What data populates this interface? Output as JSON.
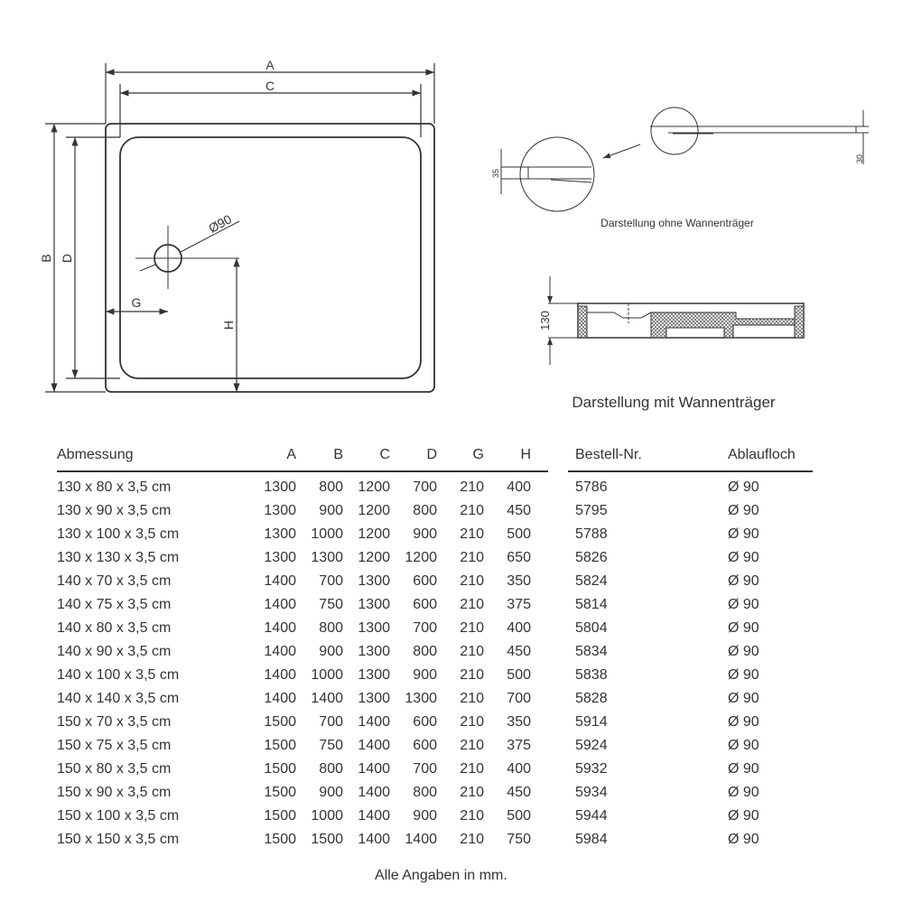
{
  "drawing": {
    "labels": {
      "A": "A",
      "B": "B",
      "C": "C",
      "D": "D",
      "G": "G",
      "H": "H",
      "drain": "Ø90",
      "d35": "35",
      "d30": "30",
      "d130": "130"
    },
    "caption_without": "Darstellung ohne Wannenträger",
    "caption_with": "Darstellung mit Wannenträger"
  },
  "table": {
    "headers": [
      "Abmessung",
      "A",
      "B",
      "C",
      "D",
      "G",
      "H"
    ],
    "order_headers": [
      "Bestell-Nr.",
      "Ablaufloch"
    ],
    "rows": [
      [
        "130 x 80 x 3,5 cm",
        "1300",
        "800",
        "1200",
        "700",
        "210",
        "400",
        "5786",
        "Ø 90"
      ],
      [
        "130 x 90 x 3,5 cm",
        "1300",
        "900",
        "1200",
        "800",
        "210",
        "450",
        "5795",
        "Ø 90"
      ],
      [
        "130 x 100 x 3,5 cm",
        "1300",
        "1000",
        "1200",
        "900",
        "210",
        "500",
        "5788",
        "Ø 90"
      ],
      [
        "130 x 130 x 3,5 cm",
        "1300",
        "1300",
        "1200",
        "1200",
        "210",
        "650",
        "5826",
        "Ø 90"
      ],
      [
        "140 x 70 x 3,5 cm",
        "1400",
        "700",
        "1300",
        "600",
        "210",
        "350",
        "5824",
        "Ø 90"
      ],
      [
        "140 x 75 x 3,5 cm",
        "1400",
        "750",
        "1300",
        "600",
        "210",
        "375",
        "5814",
        "Ø 90"
      ],
      [
        "140 x 80 x 3,5 cm",
        "1400",
        "800",
        "1300",
        "700",
        "210",
        "400",
        "5804",
        "Ø 90"
      ],
      [
        "140 x 90 x 3,5 cm",
        "1400",
        "900",
        "1300",
        "800",
        "210",
        "450",
        "5834",
        "Ø 90"
      ],
      [
        "140 x 100 x 3,5 cm",
        "1400",
        "1000",
        "1300",
        "900",
        "210",
        "500",
        "5838",
        "Ø 90"
      ],
      [
        "140 x 140 x 3,5 cm",
        "1400",
        "1400",
        "1300",
        "1300",
        "210",
        "700",
        "5828",
        "Ø 90"
      ],
      [
        "150 x 70 x 3,5 cm",
        "1500",
        "700",
        "1400",
        "600",
        "210",
        "350",
        "5914",
        "Ø 90"
      ],
      [
        "150 x 75 x 3,5 cm",
        "1500",
        "750",
        "1400",
        "600",
        "210",
        "375",
        "5924",
        "Ø 90"
      ],
      [
        "150 x 80 x 3,5 cm",
        "1500",
        "800",
        "1400",
        "700",
        "210",
        "400",
        "5932",
        "Ø 90"
      ],
      [
        "150 x 90 x 3,5 cm",
        "1500",
        "900",
        "1400",
        "800",
        "210",
        "450",
        "5934",
        "Ø 90"
      ],
      [
        "150 x 100 x 3,5 cm",
        "1500",
        "1000",
        "1400",
        "900",
        "210",
        "500",
        "5944",
        "Ø 90"
      ],
      [
        "150 x 150 x 3,5 cm",
        "1500",
        "1500",
        "1400",
        "1400",
        "210",
        "750",
        "5984",
        "Ø 90"
      ]
    ],
    "footnote": "Alle Angaben in mm."
  }
}
